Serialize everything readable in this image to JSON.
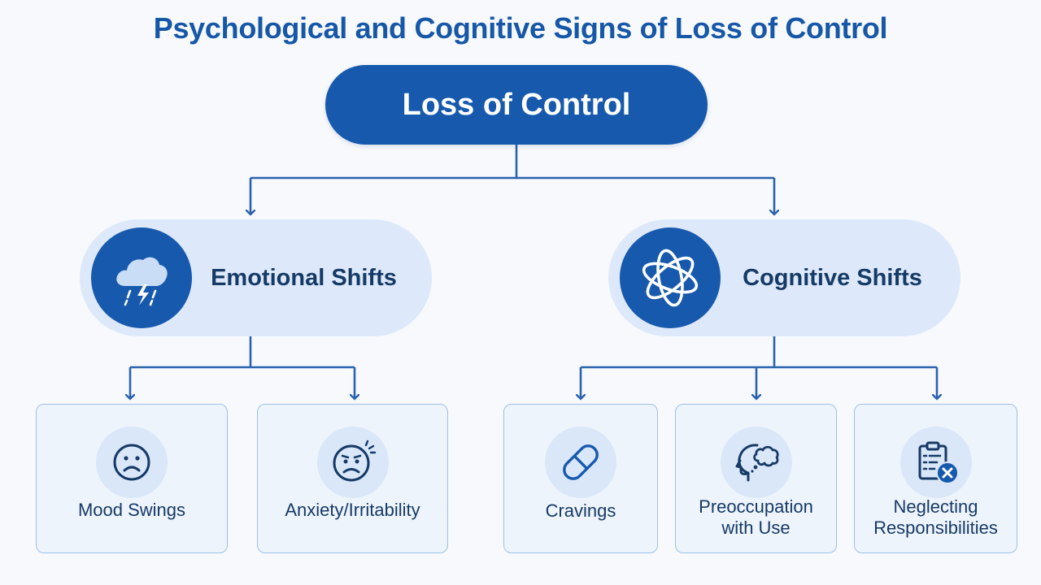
{
  "title": "Psychological and Cognitive Signs of Loss of Control",
  "root": {
    "label": "Loss of Control"
  },
  "categories": [
    {
      "label": "Emotional Shifts",
      "icon": "storm-cloud-icon"
    },
    {
      "label": "Cognitive Shifts",
      "icon": "tangled-knot-icon"
    }
  ],
  "signs": [
    {
      "label": "Mood Swings",
      "icon": "sad-face-icon",
      "category": "Emotional Shifts"
    },
    {
      "label": "Anxiety/Irritability",
      "icon": "worried-face-icon",
      "category": "Emotional Shifts"
    },
    {
      "label": "Cravings",
      "icon": "pill-icon",
      "category": "Cognitive Shifts"
    },
    {
      "label_line1": "Preoccupation",
      "label_line2": "with Use",
      "icon": "head-thought-icon",
      "category": "Cognitive Shifts"
    },
    {
      "label_line1": "Neglecting",
      "label_line2": "Responsibilities",
      "icon": "clipboard-x-icon",
      "category": "Cognitive Shifts"
    }
  ],
  "colors": {
    "primary": "#1759ad",
    "title": "#1657a8",
    "text": "#163a66",
    "category_fill": "#dde9fa",
    "card_fill": "#eef4fc",
    "card_border": "#9cc0ea",
    "connector": "#2a62ad"
  }
}
